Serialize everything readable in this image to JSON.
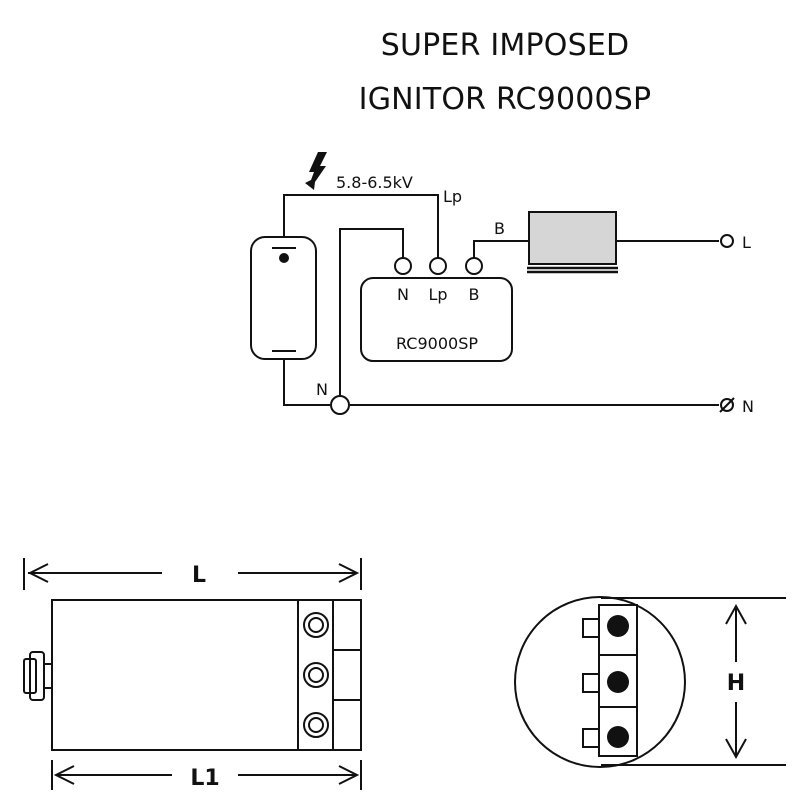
{
  "title": {
    "line1": "SUPER IMPOSED",
    "line2": "IGNITOR RC9000SP"
  },
  "wiring": {
    "voltage": "5.8-6.5kV",
    "lp_wire": "Lp",
    "b_wire": "B",
    "terminal_l": "L",
    "terminal_n": "N",
    "node_n": "N",
    "ignitor_name": "RC9000SP",
    "ignitor_pins": [
      "N",
      "Lp",
      "B"
    ]
  },
  "dimensions": {
    "length": "L",
    "length1": "L1",
    "height": "H"
  }
}
